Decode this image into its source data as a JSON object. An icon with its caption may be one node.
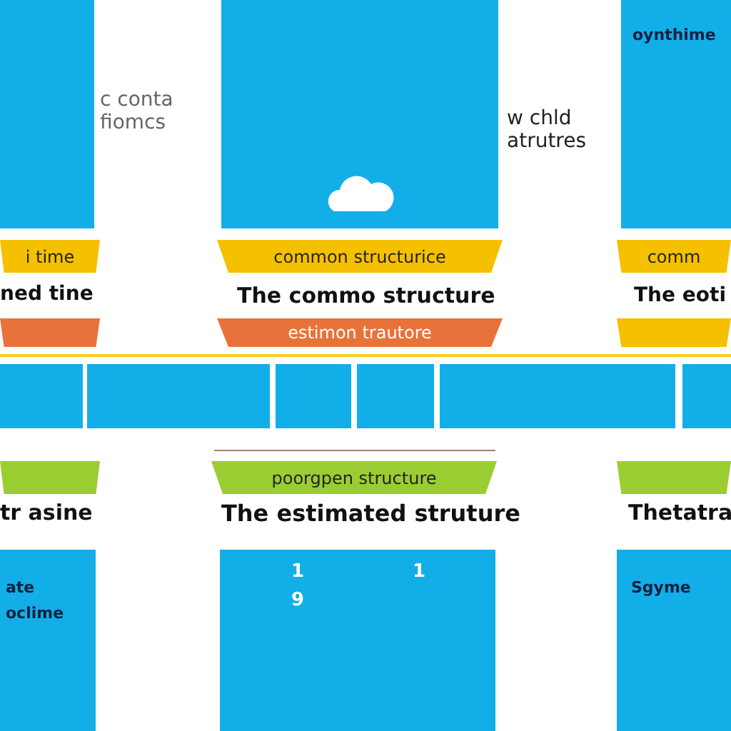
{
  "diagram": {
    "nodes": [
      {
        "text": [],
        "shape": "box"
      },
      {
        "text": [],
        "shape": "box"
      },
      {
        "text": [
          "oynthime"
        ]
      },
      {
        "text": [
          "i time"
        ]
      },
      {
        "text": [
          "common structurice"
        ]
      },
      {
        "text": [
          "comm"
        ]
      },
      {
        "text": [],
        "shape": "box"
      },
      {
        "text": [
          "estimon trautore"
        ]
      },
      {
        "text": [],
        "shape": "box"
      },
      {
        "text": [],
        "shape": "box"
      },
      {
        "text": [],
        "shape": "box"
      },
      {
        "text": [],
        "shape": "box"
      },
      {
        "text": [],
        "shape": "box"
      },
      {
        "text": [],
        "shape": "box"
      },
      {
        "text": [],
        "shape": "box"
      },
      {
        "text": [],
        "shape": "box"
      },
      {
        "text": [
          "poorgpen structure"
        ]
      },
      {
        "text": [],
        "shape": "box"
      },
      {
        "text": [
          "ate",
          "oclime"
        ]
      },
      {
        "text": [
          "1",
          "9",
          "1"
        ]
      },
      {
        "text": [
          "Sgyme"
        ]
      }
    ],
    "labels": [
      "c conta fiomcs",
      "w chld atrutres",
      "ned tine",
      "The commo structure",
      "The eoti",
      "tr asine",
      "The estimated struture",
      "Thetatra"
    ]
  }
}
